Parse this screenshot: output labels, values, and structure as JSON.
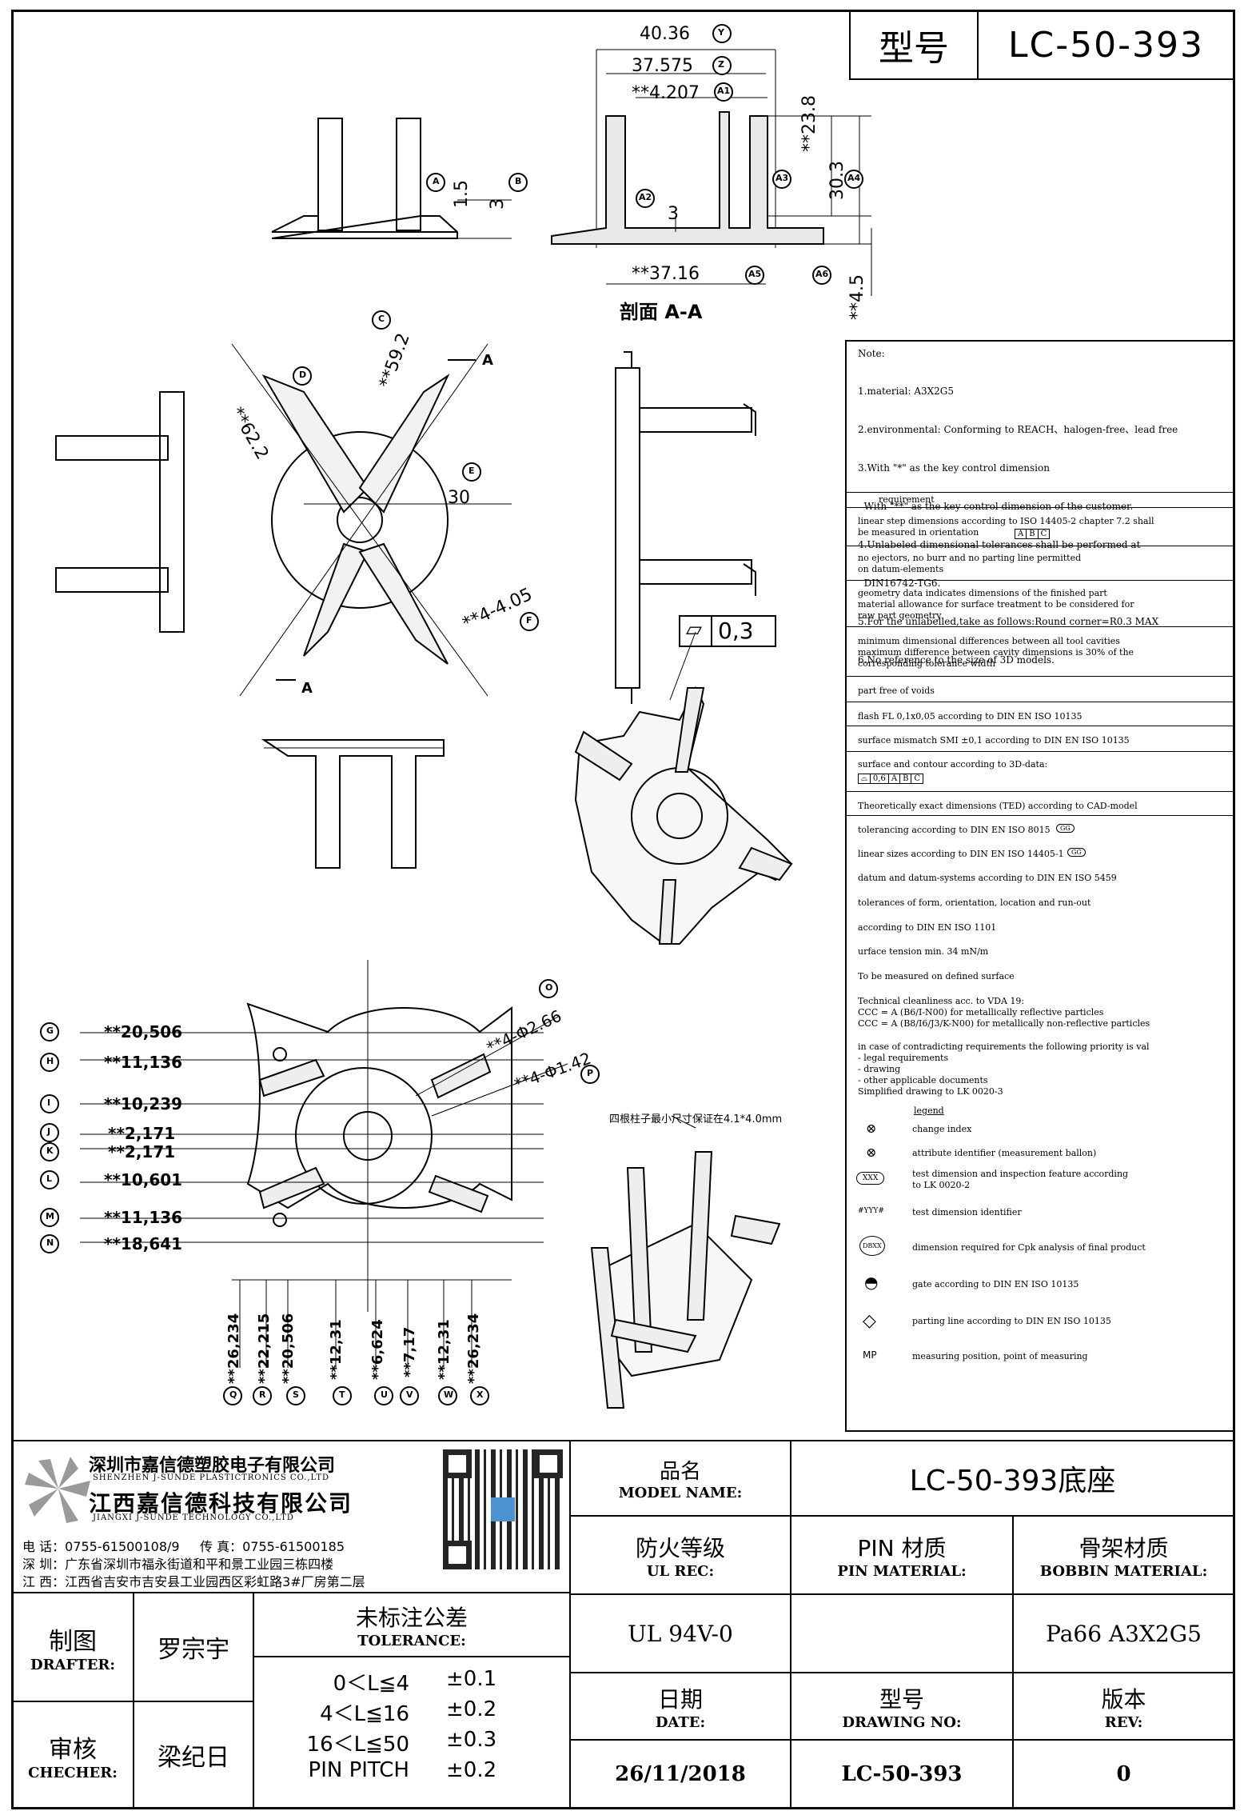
{
  "title_block": {
    "model_label": "型号",
    "model_value": "LC-50-393"
  },
  "section_label": "剖面 A-A",
  "dimensions_top": {
    "y": "40.36",
    "z": "37.575",
    "a1": "**4.207",
    "a4_h": "**23.8",
    "h_30_3": "30.3",
    "wall_3": "3",
    "bottom_37_16": "**37.16",
    "h_4_5": "**4.5",
    "a_1_5": "1.5",
    "b_3": "3"
  },
  "balloons": {
    "Y": "Y",
    "Z": "Z",
    "A1": "A1",
    "A2": "A2",
    "A3": "A3",
    "A4": "A4",
    "A5": "A5",
    "A6": "A6",
    "A": "A",
    "B": "B",
    "C": "C",
    "D": "D",
    "E": "E",
    "F": "F",
    "O": "O",
    "P": "P",
    "G": "G",
    "H": "H",
    "I": "I",
    "J": "J",
    "K": "K",
    "L": "L",
    "M": "M",
    "N": "N",
    "Q": "Q",
    "R": "R",
    "S": "S",
    "T": "T",
    "U": "U",
    "V": "V",
    "W": "W",
    "X": "X"
  },
  "dimensions_plan": {
    "d62": "**62.2",
    "d59": "**59.2",
    "d30": "30",
    "d405": "**4-4.05",
    "cut": "A",
    "flatness_sym": "▱",
    "flatness_val": "0,3"
  },
  "dimensions_bottom": {
    "g": "**20,506",
    "h": "**11,136",
    "i": "**10,239",
    "j": "**2,171",
    "k": "**2,171",
    "l": "**10,601",
    "m": "**11,136",
    "n": "**18,641",
    "o": "**4-Φ2.66",
    "p": "**4-Φ1.42",
    "q": "**26,234",
    "r": "**22,215",
    "s": "**20,506",
    "t": "**12,31",
    "u": "**6,624",
    "v": "**7,17",
    "w": "**12,31",
    "x": "**26,234"
  },
  "pin_note": "四根柱子最小尺寸保证在4.1*4.0mm",
  "notes": {
    "head": "Note:",
    "lines": [
      "1.material: A3X2G5",
      "2.environmental: Conforming to REACH、halogen-free、lead free",
      "3.With \"*\" as the key control dimension",
      "  With \"**\" as the key control dimension of the customer.",
      "4.Unlabeled dimensional tolerances shall be performed at",
      "  DIN16742-TG6.",
      "5.For the unlabelled,take as follows:Round corner=R0.3 MAX",
      "6.No reference to the size of 3D models."
    ]
  },
  "requirements": {
    "head": "requirement",
    "items": [
      "linear step dimensions according to ISO 14405-2 chapter 7.2 shall\nbe measured in orientation",
      "no ejectors, no burr and no parting line permitted\non datum-elements",
      "geometry data indicates dimensions of the finished part\nmaterial allowance for surface treatment to be considered for\nraw part geometry",
      "minimum dimensional differences between all tool cavities\nmaximum difference between cavity dimensions is 30% of the\ncorresponding tolerance width",
      "part free of voids",
      "flash FL 0,1x0,05 according to DIN EN ISO 10135",
      "surface mismatch SMI ±0,1 according to DIN EN ISO 10135",
      "surface and contour according to 3D-data:",
      "Theoretically exact dimensions (TED) according to CAD-model"
    ],
    "abc": [
      "A",
      "B",
      "C"
    ],
    "contour_box": [
      "⌓",
      "0,6",
      "A",
      "B",
      "C"
    ],
    "free_lines": [
      "tolerancing according to DIN EN ISO 8015",
      "linear sizes according to DIN EN ISO 14405-1",
      "datum and datum-systems according to DIN EN ISO 5459",
      "tolerances of form, orientation, location and run-out",
      "according to DIN EN ISO 1101",
      "urface tension min. 34 mN/m",
      "To be measured on defined surface",
      "Technical cleanliness acc. to VDA 19:",
      "CCC = A (B6/I-N00) for metallically reflective particles",
      "CCC = A (B8/I6/J3/K-N00) for metallically non-reflective particles",
      "in case of contradicting requirements the following priority is val",
      "- legal requirements",
      "- drawing",
      "- other applicable documents",
      "Simplified drawing to LK 0020-3"
    ],
    "gg": "GG",
    "legend_head": "legend",
    "legend": [
      {
        "sym": "⊗",
        "text": "change index"
      },
      {
        "sym": "⊗",
        "text": "attribute identifier (measurement ballon)"
      },
      {
        "sym": "XXX",
        "text": "test dimension and inspection feature according\nto LK 0020-2"
      },
      {
        "sym": "#YYY#",
        "text": "test dimension identifier"
      },
      {
        "sym": "DBXX",
        "text": "dimension required for Cpk analysis of final product"
      },
      {
        "sym": "◓",
        "text": "gate according to DIN EN ISO 10135"
      },
      {
        "sym": "◇",
        "text": "parting line according to DIN EN ISO 10135"
      },
      {
        "sym": "MP",
        "text": "measuring position, point of measuring"
      }
    ]
  },
  "company": {
    "name_sz": "深圳市嘉信德塑胶电子有限公司",
    "name_sz_en": "SHENZHEN J-SUNDE PLASTICTRONICS CO.,LTD",
    "name_jx": "江西嘉信德科技有限公司",
    "name_jx_en": "JIANGXI J-SUNDE TECHNOLOGY CO.,LTD",
    "tel": "电 话：0755-61500108/9     传 真：0755-61500185",
    "addr_sz": "深 圳：广东省深圳市福永街道和平和景工业园三栋四楼",
    "addr_jx": "江 西：江西省吉安市吉安县工业园西区彩虹路3#厂房第二层"
  },
  "footer": {
    "product_name_cn": "品名",
    "product_name_en": "MODEL NAME:",
    "product_name_value": "LC-50-393底座",
    "ul_cn": "防火等级",
    "ul_en": "UL REC:",
    "pin_cn": "PIN 材质",
    "pin_en": "PIN MATERIAL:",
    "bobbin_cn": "骨架材质",
    "bobbin_en": "BOBBIN MATERIAL:",
    "ul_value": "UL 94V-0",
    "pin_value": "",
    "bobbin_value": "Pa66 A3X2G5",
    "drafter_cn": "制图",
    "drafter_en": "DRAFTER:",
    "drafter_value": "罗宗宇",
    "checker_cn": "审核",
    "checker_en": "CHECHER:",
    "checker_value": "梁纪日",
    "tol_cn": "未标注公差",
    "tol_en": "TOLERANCE:",
    "tol_rows": [
      {
        "range": "0＜L≦4",
        "val": "±0.1"
      },
      {
        "range": "4＜L≦16",
        "val": "±0.2"
      },
      {
        "range": "16＜L≦50",
        "val": "±0.3"
      },
      {
        "range": "PIN PITCH",
        "val": "±0.2"
      }
    ],
    "date_cn": "日期",
    "date_en": "DATE:",
    "date_value": "26/11/2018",
    "drawing_cn": "型号",
    "drawing_en": "DRAWING NO:",
    "drawing_value": "LC-50-393",
    "rev_cn": "版本",
    "rev_en": "REV:",
    "rev_value": "0"
  }
}
